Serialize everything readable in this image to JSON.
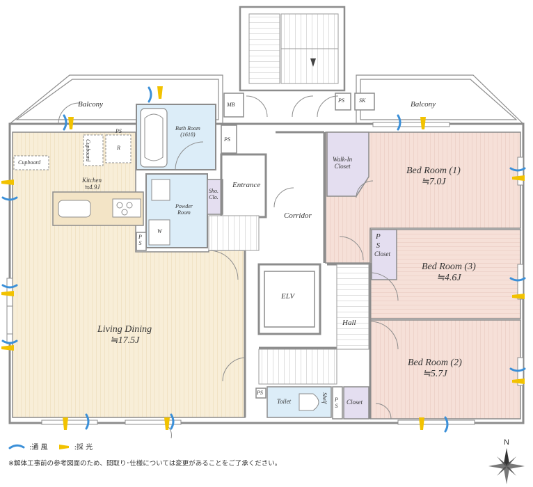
{
  "rooms": {
    "balcony_west": "Balcony",
    "balcony_east": "Balcony",
    "mb": "MB",
    "ps_top_right": "PS",
    "sk": "SK",
    "ps_kitchen": "PS",
    "cupboard_top": "Cupboard",
    "refrigerator": "R",
    "cupboard_left": "Cupboard",
    "kitchen": {
      "name": "Kitchen",
      "area": "≒4.9J"
    },
    "bath_room": {
      "name": "Bath Room",
      "size": "(1618)"
    },
    "ps_bath": "PS",
    "entrance": "Entrance",
    "walk_in_closet": {
      "line1": "Walk-In",
      "line2": "Closet"
    },
    "bed_room_1": {
      "name": "Bed Room (1)",
      "area": "≒7.0J"
    },
    "powder_room": {
      "line1": "Powder",
      "line2": "Room"
    },
    "washer": "W",
    "shoe_closet": {
      "line1": "Sho.",
      "line2": "Clo."
    },
    "corridor": "Corridor",
    "ps_living": {
      "line1": "P",
      "line2": "S"
    },
    "ps_closet": {
      "line1": "P",
      "line2": "S"
    },
    "closet_bed3": "Closet",
    "bed_room_3": {
      "name": "Bed Room (3)",
      "area": "≒4.6J"
    },
    "elv": "ELV",
    "hall": "Hall",
    "living_dining": {
      "name": "Living Dining",
      "area": "≒17.5J"
    },
    "bed_room_2": {
      "name": "Bed Room (2)",
      "area": "≒5.7J"
    },
    "ps_toilet": "PS",
    "toilet": "Toilet",
    "shelf": "Shelf",
    "ps_toilet_right": {
      "line1": "P",
      "line2": "S"
    },
    "closet_bed2": "Closet"
  },
  "legend": {
    "ventilation": ":通 風",
    "daylight": ":採 光"
  },
  "note": "※解体工事前の参考図面のため、間取り･仕様については変更があることをご了承ください。",
  "compass_label": "N",
  "colors": {
    "ldk_floor": "#f7ecd4",
    "bedroom_floor": "#f5ddd6",
    "wet_area": "#dcedf8",
    "closet": "#e2ddef",
    "wall": "#8c8c8c",
    "ventilation": "#3a8fd8",
    "daylight": "#f2c200"
  }
}
